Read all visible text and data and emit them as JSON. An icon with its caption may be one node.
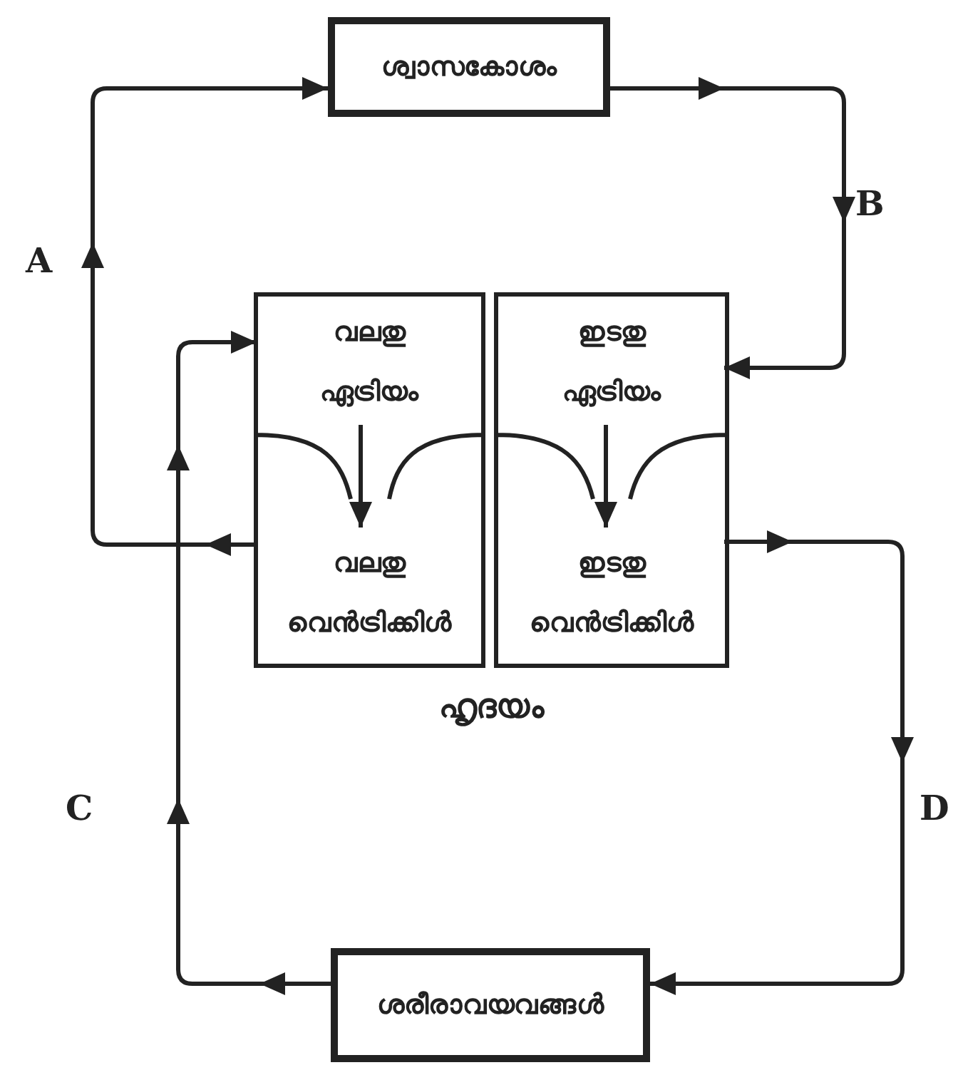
{
  "diagram": {
    "nodes": [
      {
        "text": [
          "ഹൃദയം"
        ]
      },
      {
        "text": [
          "വലതു ഏട്രിയം"
        ],
        "in": 0
      },
      {
        "text": [
          "വലതു വെൻട്രിക്കിൾ"
        ],
        "in": 0
      },
      {
        "text": [
          "ഇടതു ഏട്രിയം"
        ],
        "in": 0
      },
      {
        "text": [
          "ഇടതു വെൻട്രിക്കിൾ"
        ],
        "in": 0
      },
      {
        "text": [
          "ശ്വാസകോശം"
        ]
      },
      {
        "text": [
          "ശരീരാവയവങ്ങൾ"
        ]
      }
    ],
    "edges": [
      {
        "from": 2,
        "to": 5,
        "arrow": "to",
        "label": "A"
      },
      {
        "from": 5,
        "to": 3,
        "arrow": "to",
        "label": "B"
      },
      {
        "from": 6,
        "to": 1,
        "arrow": "to",
        "label": "C"
      },
      {
        "from": 4,
        "to": 6,
        "arrow": "to",
        "label": "D"
      },
      {
        "from": 1,
        "to": 2,
        "arrow": "to"
      },
      {
        "from": 3,
        "to": 4,
        "arrow": "to"
      }
    ]
  }
}
